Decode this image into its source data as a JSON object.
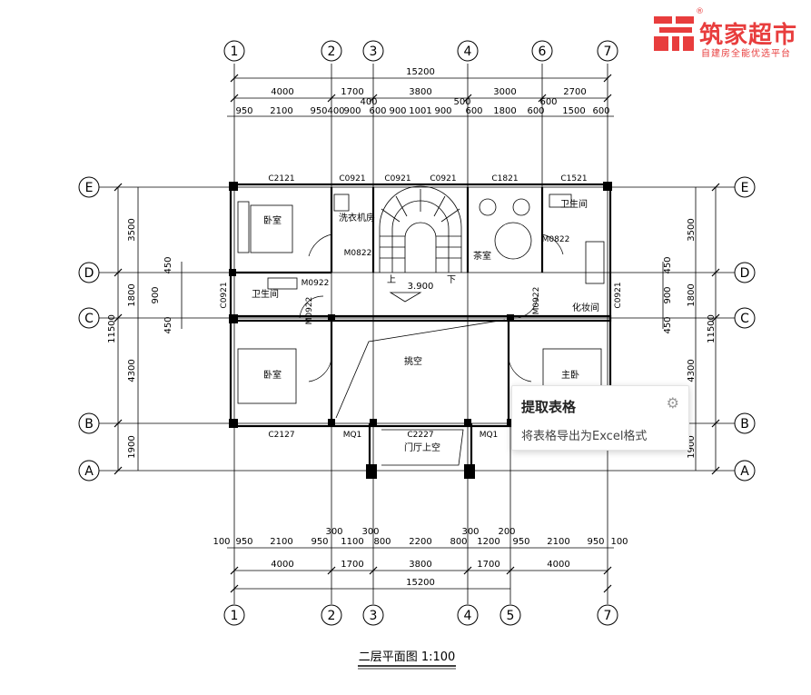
{
  "logo": {
    "title": "筑家超市",
    "subtitle": "自建房全能优选平台",
    "reg": "®",
    "color": "#e83d3d"
  },
  "popup": {
    "title": "提取表格",
    "description": "将表格导出为Excel格式",
    "settings_icon": "gear-icon"
  },
  "plan": {
    "caption": "二层平面图 1:100",
    "column_axes": [
      "1",
      "2",
      "3",
      "4",
      "5",
      "6",
      "7"
    ],
    "row_axes": [
      "E",
      "D",
      "C",
      "B",
      "A"
    ],
    "top_total": "15200",
    "top_dims_1": [
      "4000",
      "1700",
      "3800",
      "3000",
      "2700"
    ],
    "top_dims_small": [
      "400",
      "500",
      "600"
    ],
    "top_dims_2": [
      "950",
      "2100",
      "950",
      "400",
      "900",
      "600",
      "900",
      "1001",
      "900",
      "600",
      "1800",
      "600",
      "1500",
      "600"
    ],
    "bottom_total": "15200",
    "bottom_dims_1": [
      "4000",
      "1700",
      "3800",
      "1700",
      "4000"
    ],
    "bottom_dims_small": [
      "300",
      "300",
      "300",
      "200"
    ],
    "bottom_dims_2": [
      "100",
      "950",
      "2100",
      "950",
      "1100",
      "800",
      "2200",
      "800",
      "1200",
      "950",
      "2100",
      "950",
      "100"
    ],
    "side_total": "11500",
    "side_dims_1": [
      "3500",
      "1800",
      "4300",
      "1900"
    ],
    "side_dims_2": [
      "450",
      "900",
      "450"
    ],
    "windows": [
      "C2121",
      "C0921",
      "C0921",
      "C0921",
      "C1821",
      "C1521",
      "C0921",
      "C0921",
      "C2127",
      "C2227"
    ],
    "doors": [
      "M0822",
      "M0822",
      "M0922",
      "M0922",
      "M0922",
      "MQ1",
      "MQ1"
    ],
    "rooms": [
      "卧室",
      "洗衣机房",
      "茶室",
      "卫生间",
      "卫生间",
      "化妆间",
      "挑空",
      "卧室",
      "主卧",
      "门厅上空"
    ],
    "stair_marks": [
      "上",
      "下"
    ],
    "level": "3.900"
  }
}
